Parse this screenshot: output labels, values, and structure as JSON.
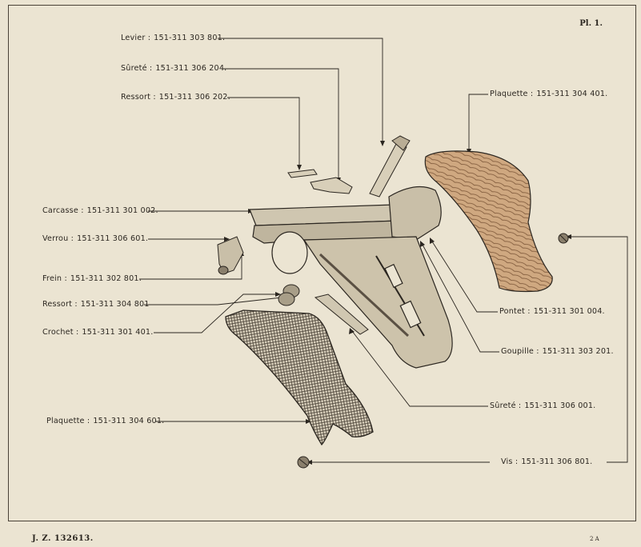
{
  "plate_number": "Pl. 1.",
  "footer": {
    "left": "J. Z. 132613.",
    "right": "2 A"
  },
  "parts": [
    {
      "name": "Levier :",
      "code": "151-311 303 801."
    },
    {
      "name": "Sûreté :",
      "code": "151-311 306 204."
    },
    {
      "name": "Ressort :",
      "code": "151-311 306 202."
    },
    {
      "name": "Plaquette :",
      "code": "151-311 304 401."
    },
    {
      "name": "Carcasse :",
      "code": "151-311 301 002."
    },
    {
      "name": "Verrou :",
      "code": "151-311 306 601."
    },
    {
      "name": "Frein :",
      "code": "151-311 302 801."
    },
    {
      "name": "Ressort :",
      "code": "151-311 304 801"
    },
    {
      "name": "Crochet :",
      "code": "151-311 301 401."
    },
    {
      "name": "Pontet :",
      "code": "151-311 301 004."
    },
    {
      "name": "Goupille :",
      "code": "151-311 303 201."
    },
    {
      "name": "Sûreté :",
      "code": "151-311 306 001."
    },
    {
      "name": "Plaquette :",
      "code": "151-311 304 601."
    },
    {
      "name": "Vis :",
      "code": "151-311 306 801."
    }
  ],
  "colors": {
    "paper": "#ebe4d2",
    "ink": "#2b2620",
    "wood": "#c9a27a"
  }
}
